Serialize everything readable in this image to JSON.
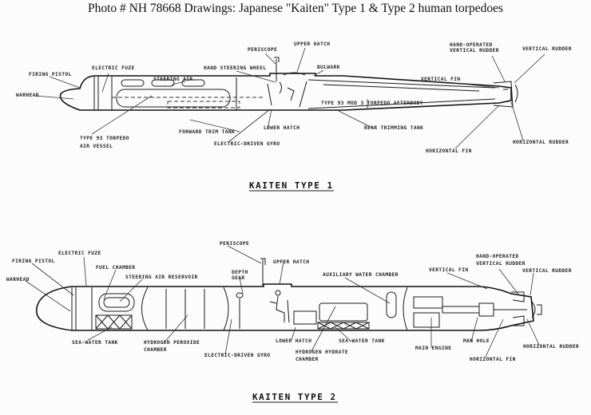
{
  "caption": "Photo #  NH 78668   Drawings:  Japanese \"Kaiten\" Type 1 & Type 2 human torpedoes",
  "type1": {
    "title": "KAITEN TYPE 1",
    "labels": {
      "periscope": "PERISCOPE",
      "upper_hatch": "UPPER HATCH",
      "hand_rudder_1": "HAND-OPERATED",
      "hand_rudder_2": "VERTICAL RUDDER",
      "vertical_rudder": "VERTICAL RUDDER",
      "electric_fuse": "ELECTRIC FUZE",
      "hand_steering_wheel": "HAND STEERING WHEEL",
      "bulwark": "BULWARK",
      "firing_pistol": "FIRING PISTOL",
      "steering_air": "STEERING AIR",
      "vertical_fin": "VERTICAL FIN",
      "warhead": "WARHEAD",
      "afterbody": "TYPE 93 MOD 3  TORPEDO AFTERBODY",
      "forward_trim_tank": "FORWARD TRIM TANK",
      "lower_hatch": "LOWER HATCH",
      "rear_trimming_tank": "REAR TRIMMING TANK",
      "air_vessel_1": "TYPE 93 TORPEDO",
      "air_vessel_2": "AIR VESSEL",
      "gyro": "ELECTRIC-DRIVEN GYRO",
      "horizontal_rudder": "HORIZONTAL RUDDER",
      "horizontal_fin": "HORIZONTAL FIN"
    }
  },
  "type2": {
    "title": "KAITEN TYPE 2",
    "labels": {
      "periscope": "PERISCOPE",
      "upper_hatch": "UPPER HATCH",
      "hand_rudder_1": "HAND-OPERATED",
      "hand_rudder_2": "VERTICAL RUDDER",
      "electric_fuse": "ELECTRIC FUZE",
      "firing_pistol": "FIRING PISTOL",
      "fuel_chamber": "FUEL CHAMBER",
      "depth_gear_1": "DEPTH",
      "depth_gear_2": "GEAR",
      "steering_air_reservoir": "STEERING AIR RESERVOIR",
      "vertical_rudder": "VERTICAL RUDDER",
      "auxiliary_water_chamber": "AUXILIARY WATER CHAMBER",
      "vertical_fin": "VERTICAL FIN",
      "warhead": "WARHEAD",
      "sea_water_tank_fwd": "SEA-WATER TANK",
      "peroxide_1": "HYDROGEN PEROXIDE",
      "peroxide_2": "CHAMBER",
      "lower_hatch": "LOWER HATCH",
      "sea_water_tank_aft": "SEA-WATER TANK",
      "manhole": "MAN HOLE",
      "main_engine": "MAIN ENGINE",
      "horizontal_rudder": "HORIZONTAL RUDDER",
      "gyro": "ELECTRIC-DRIVEN GYRO",
      "hydrate_1": "HYDROGEN HYDRATE",
      "hydrate_2": "CHAMBER",
      "horizontal_fin": "HORIZONTAL FIN"
    }
  }
}
